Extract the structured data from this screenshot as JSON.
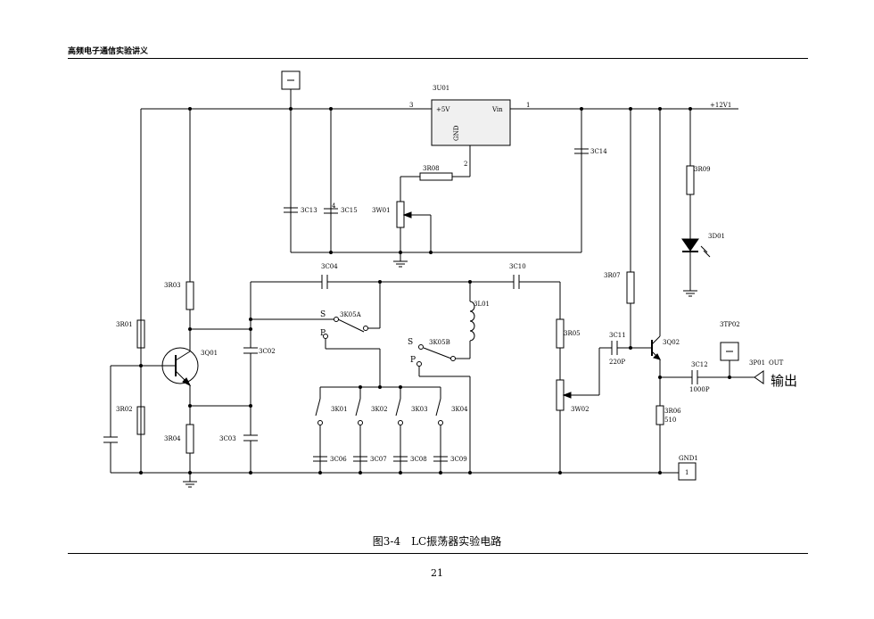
{
  "header": {
    "title": "高频电子通信实验讲义"
  },
  "footer": {
    "caption": "图3-4　LC振荡器实验电路",
    "page_number": "21"
  },
  "diagram": {
    "ic": {
      "ref": "3U01",
      "pin_5v": "+5V",
      "pin_vin": "Vin",
      "pin_gnd": "GND",
      "pin3": "3",
      "pin1": "1",
      "pin2": "2"
    },
    "rail": "+12V1",
    "pot_top": "3W01",
    "pot_mid": "3W02",
    "transistor_1": "3Q01",
    "transistor_2": "3Q02",
    "led": "3D01",
    "inductor": "3L01",
    "resistors": {
      "r01": "3R01",
      "r02": "3R02",
      "r03": "3R03",
      "r04": "3R04",
      "r05": "3R05",
      "r06": "3R06",
      "r06_value": "510",
      "r07": "3R07",
      "r08": "3R08",
      "r09": "3R09"
    },
    "capacitors": {
      "c02": "3C02",
      "c03": "3C03",
      "c04": "3C04",
      "c06": "3C06",
      "c07": "3C07",
      "c08": "3C08",
      "c09": "3C09",
      "c10": "3C10",
      "c11": "3C11",
      "c11_value": "220P",
      "c12": "3C12",
      "c12_value": "1000P",
      "c13": "3C13",
      "c14": "3C14",
      "c15": "3C15",
      "c15_pin": "4"
    },
    "switches": {
      "k05a": "3K05A",
      "k05b": "3K05B",
      "k01": "3K01",
      "k02": "3K02",
      "k03": "3K03",
      "k04": "3K04",
      "s": "S",
      "p": "P"
    },
    "testpoint": "3TP02",
    "output_port": "3P01",
    "output_label": "OUT",
    "output_text": "输出",
    "gnd_label": "GND1",
    "gnd_pin": "1"
  }
}
